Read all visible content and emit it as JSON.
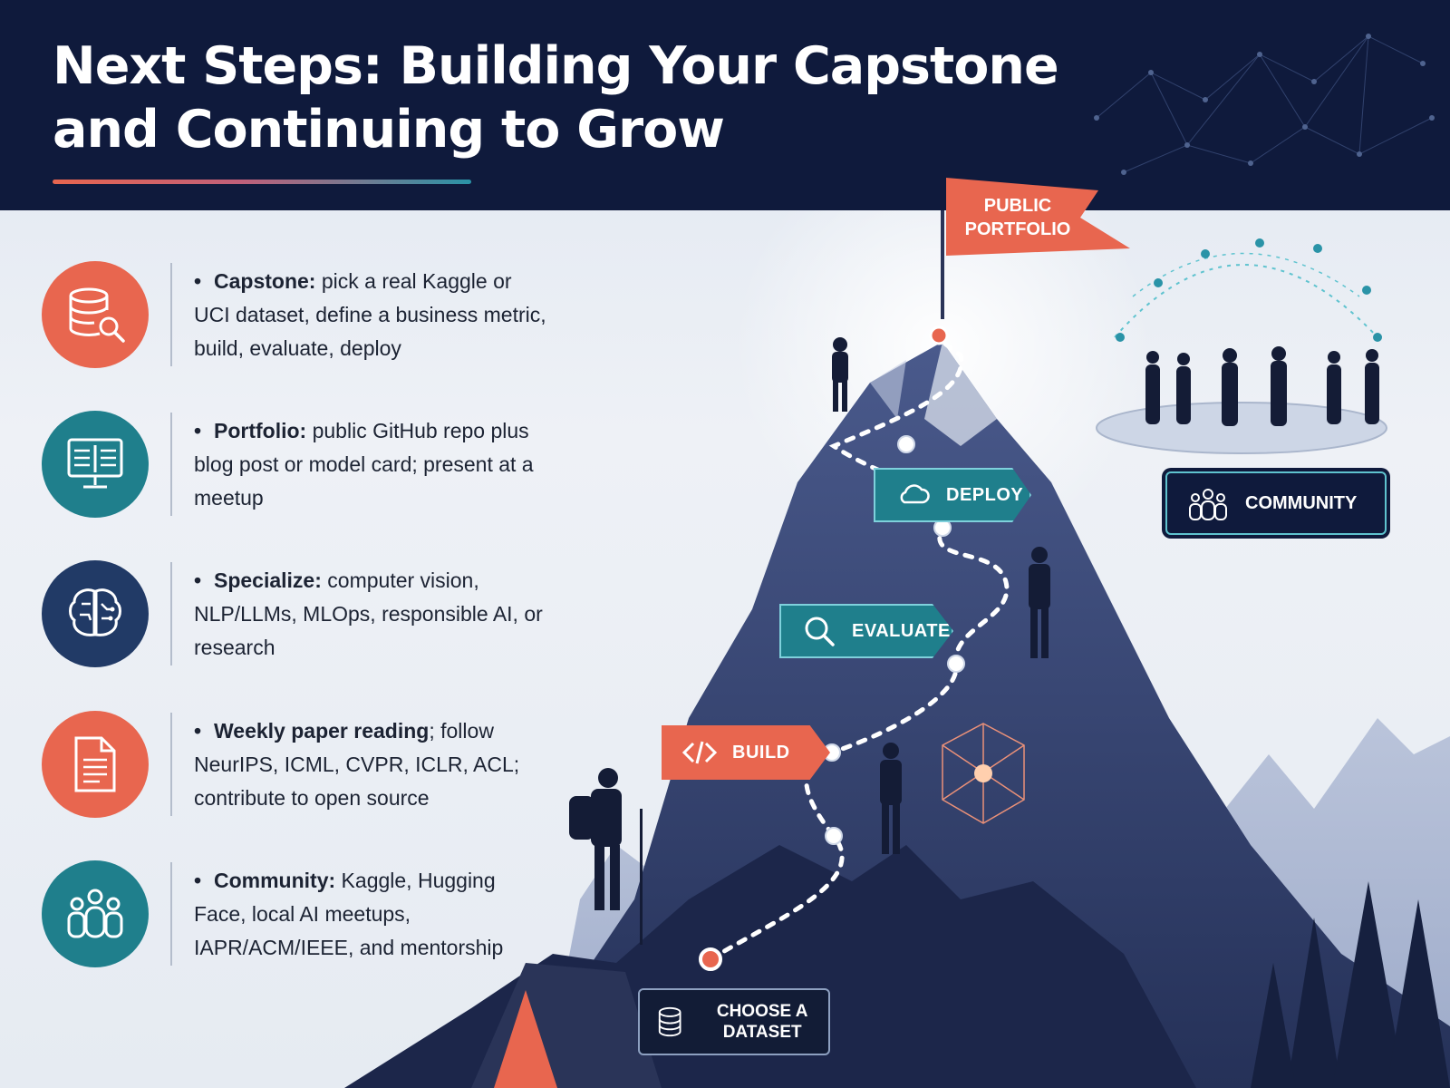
{
  "header": {
    "title": "Next Steps: Building Your Capstone and Continuing to Grow"
  },
  "items": [
    {
      "icon": "database-search-icon",
      "color": "orange",
      "lead": "Capstone:",
      "rest": " pick a real Kaggle or UCI dataset, define a business metric, build, evaluate, deploy"
    },
    {
      "icon": "book-monitor-icon",
      "color": "teal",
      "lead": "Portfolio:",
      "rest": " public GitHub repo plus blog post or model card; present at a meetup"
    },
    {
      "icon": "brain-circuit-icon",
      "color": "navy",
      "lead": "Specialize:",
      "rest": " computer vision, NLP/LLMs, MLOps, responsible AI, or research"
    },
    {
      "icon": "document-icon",
      "color": "orange",
      "lead": "Weekly paper reading",
      "rest": "; follow NeurIPS, ICML, CVPR, ICLR, ACL; contribute to open source"
    },
    {
      "icon": "people-icon",
      "color": "teal",
      "lead": "Community:",
      "rest": " Kaggle, Hugging Face, local AI meetups, IAPR/ACM/IEEE, and mentorship"
    }
  ],
  "path": {
    "flag": "PUBLIC PORTFOLIO",
    "deploy": "DEPLOY",
    "evaluate": "EVALUATE",
    "build": "BUILD",
    "dataset": "CHOOSE A DATASET",
    "community": "COMMUNITY"
  },
  "colors": {
    "navy": "#0f1a3c",
    "orange": "#e8664f",
    "teal": "#1f7f8c",
    "mountain": "#35436f"
  }
}
